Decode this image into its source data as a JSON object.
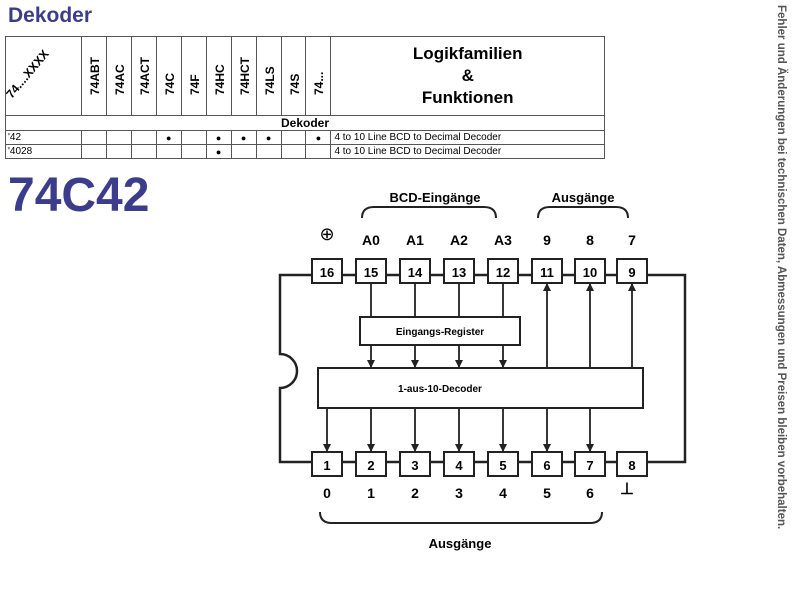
{
  "section_title": "Dekoder",
  "side_note": "Fehler und Änderungen bei technischen Daten, Abmessungen und Preisen bleiben vorbehalten.",
  "table": {
    "corner_label": "74....XXXX",
    "families": [
      "74ABT",
      "74AC",
      "74ACT",
      "74C",
      "74F",
      "74HC",
      "74HCT",
      "74LS",
      "74S",
      "74..."
    ],
    "title_lines": [
      "Logikfamilien",
      "&",
      "Funktionen"
    ],
    "group_label": "Dekoder",
    "rows": [
      {
        "part": "'42",
        "marks": [
          false,
          false,
          false,
          true,
          false,
          true,
          true,
          true,
          false,
          true
        ],
        "description": "4 to 10 Line BCD to Decimal Decoder"
      },
      {
        "part": "'4028",
        "marks": [
          false,
          false,
          false,
          false,
          false,
          true,
          false,
          false,
          false,
          false
        ],
        "description": "4 to 10 Line BCD to Decimal Decoder"
      }
    ],
    "dot_symbol": "●"
  },
  "part_number": "74C42",
  "diagram": {
    "top_group_inputs": "BCD-Eingänge",
    "top_group_outputs": "Ausgänge",
    "bottom_group_outputs": "Ausgänge",
    "register_label": "Eingangs-Register",
    "decoder_label": "1-aus-10-Decoder",
    "power_symbol": "⊕",
    "ground_symbol": "⊥",
    "top_pins": [
      {
        "number": "16",
        "signal": ""
      },
      {
        "number": "15",
        "signal": "A0"
      },
      {
        "number": "14",
        "signal": "A1"
      },
      {
        "number": "13",
        "signal": "A2"
      },
      {
        "number": "12",
        "signal": "A3"
      },
      {
        "number": "11",
        "signal": "9"
      },
      {
        "number": "10",
        "signal": "8"
      },
      {
        "number": "9",
        "signal": "7"
      }
    ],
    "bottom_pins": [
      {
        "number": "1",
        "signal": "0"
      },
      {
        "number": "2",
        "signal": "1"
      },
      {
        "number": "3",
        "signal": "2"
      },
      {
        "number": "4",
        "signal": "3"
      },
      {
        "number": "5",
        "signal": "4"
      },
      {
        "number": "6",
        "signal": "5"
      },
      {
        "number": "7",
        "signal": "6"
      },
      {
        "number": "8",
        "signal": ""
      }
    ]
  }
}
